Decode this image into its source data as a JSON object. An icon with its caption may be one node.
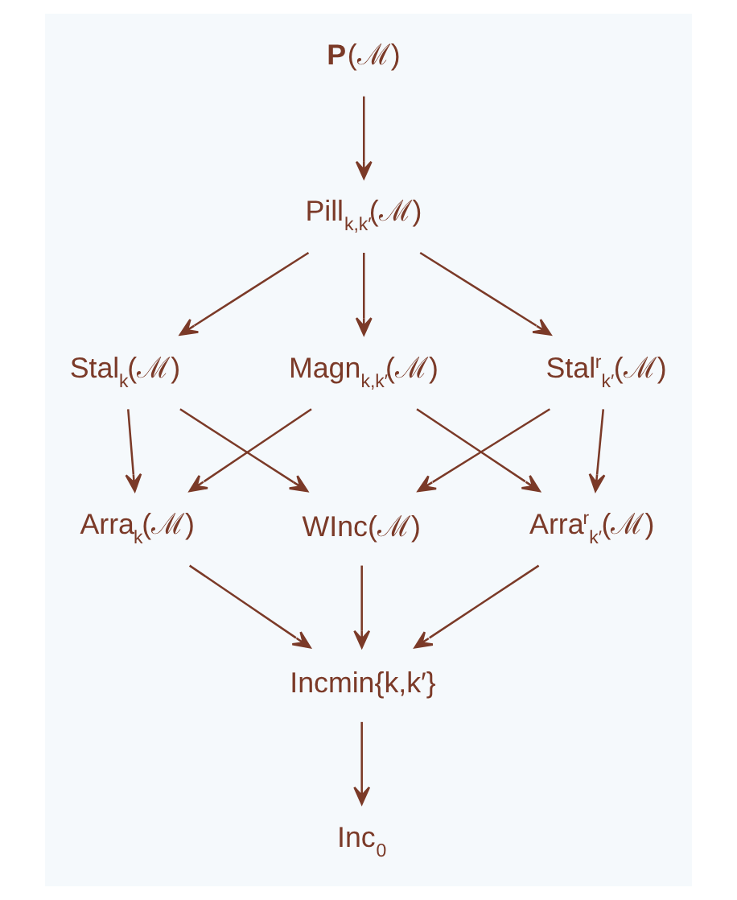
{
  "diagram": {
    "nodes": [
      {
        "text": [
          "**P**(ℳ)"
        ]
      },
      {
        "text": [
          "Pill$_{k,k′}$(ℳ)"
        ]
      },
      {
        "text": [
          "Stal$_{k}$(ℳ)"
        ]
      },
      {
        "text": [
          "Magn$_{k,k′}$(ℳ)"
        ]
      },
      {
        "text": [
          "Stal$^{r}$$_{k′}$(ℳ)"
        ]
      },
      {
        "text": [
          "Arra$_{k}$(ℳ)"
        ]
      },
      {
        "text": [
          "WInc(ℳ)"
        ]
      },
      {
        "text": [
          "Arra$^{r}$$_{k′}$(ℳ)"
        ]
      },
      {
        "text": [
          "Incmin{k,k′}"
        ]
      },
      {
        "text": [
          "Inc$_{0}$"
        ]
      }
    ],
    "edges": [
      {
        "from": 0,
        "to": 1,
        "arrow": "to"
      },
      {
        "from": 1,
        "to": 2,
        "arrow": "to"
      },
      {
        "from": 1,
        "to": 3,
        "arrow": "to"
      },
      {
        "from": 1,
        "to": 4,
        "arrow": "to"
      },
      {
        "from": 2,
        "to": 5,
        "arrow": "to"
      },
      {
        "from": 2,
        "to": 6,
        "arrow": "to"
      },
      {
        "from": 3,
        "to": 5,
        "arrow": "to"
      },
      {
        "from": 3,
        "to": 7,
        "arrow": "to"
      },
      {
        "from": 4,
        "to": 6,
        "arrow": "to"
      },
      {
        "from": 4,
        "to": 7,
        "arrow": "to"
      },
      {
        "from": 5,
        "to": 8,
        "arrow": "to"
      },
      {
        "from": 6,
        "to": 8,
        "arrow": "to"
      },
      {
        "from": 7,
        "to": 8,
        "arrow": "to"
      },
      {
        "from": 8,
        "to": 9,
        "arrow": "to"
      }
    ]
  }
}
